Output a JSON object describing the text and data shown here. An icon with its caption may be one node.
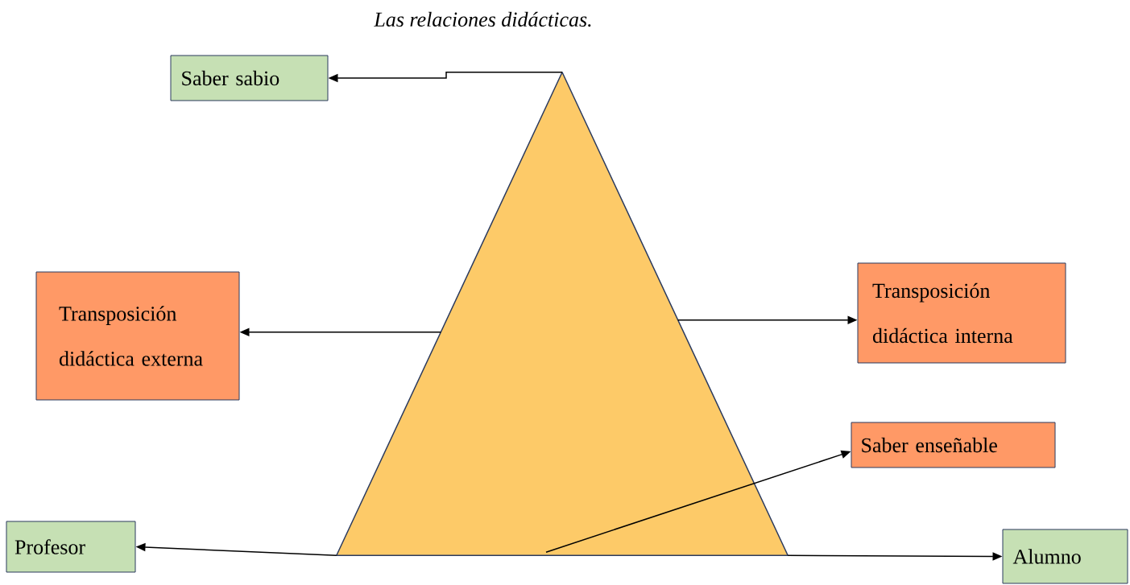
{
  "diagram": {
    "title": "Las relaciones didácticas.",
    "nodes": [
      {
        "text": [],
        "shape": "triangle"
      },
      {
        "text": [
          "Saber sabio"
        ]
      },
      {
        "text": [
          "Transposición didáctica externa"
        ]
      },
      {
        "text": [
          "Transposición didáctica interna"
        ]
      },
      {
        "text": [
          "Saber enseñable"
        ]
      },
      {
        "text": [
          "Profesor"
        ]
      },
      {
        "text": [
          "Alumno"
        ]
      }
    ],
    "edges": [
      {
        "from": 0,
        "to": 1,
        "arrow": "to"
      },
      {
        "from": 0,
        "to": 2,
        "arrow": "to"
      },
      {
        "from": 0,
        "to": 3,
        "arrow": "to"
      },
      {
        "from": 0,
        "to": 4,
        "arrow": "to"
      },
      {
        "from": 0,
        "to": 5,
        "arrow": "to"
      },
      {
        "from": 0,
        "to": 6,
        "arrow": "to"
      }
    ]
  }
}
